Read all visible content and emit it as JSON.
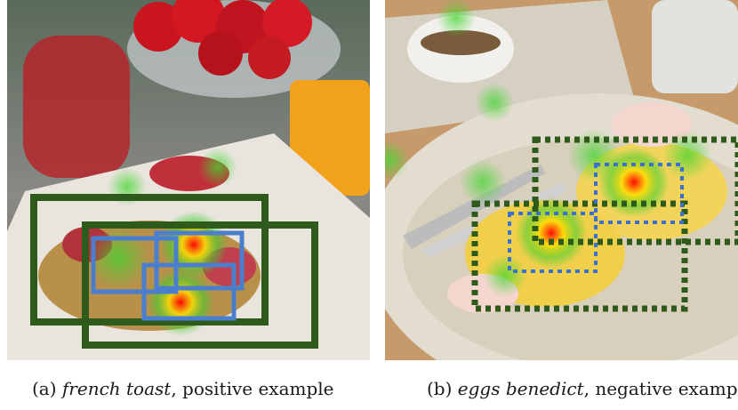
{
  "captions": {
    "a": {
      "prefix": "(a) ",
      "italic": "french toast",
      "suffix": ", positive example"
    },
    "b": {
      "prefix": "(b) ",
      "italic": "eggs benedict",
      "suffix": ", negative example"
    }
  },
  "legend_colors": {
    "positive_box_outer": "#2e5a1c",
    "positive_box_inner": "#4a7fd0",
    "negative_box_outer": "#2e5a1c",
    "negative_box_inner": "#3a70d0",
    "heatmap_hot": "#ff0000",
    "heatmap_mid": "#ffff00",
    "heatmap_cool": "#2ecc40"
  }
}
